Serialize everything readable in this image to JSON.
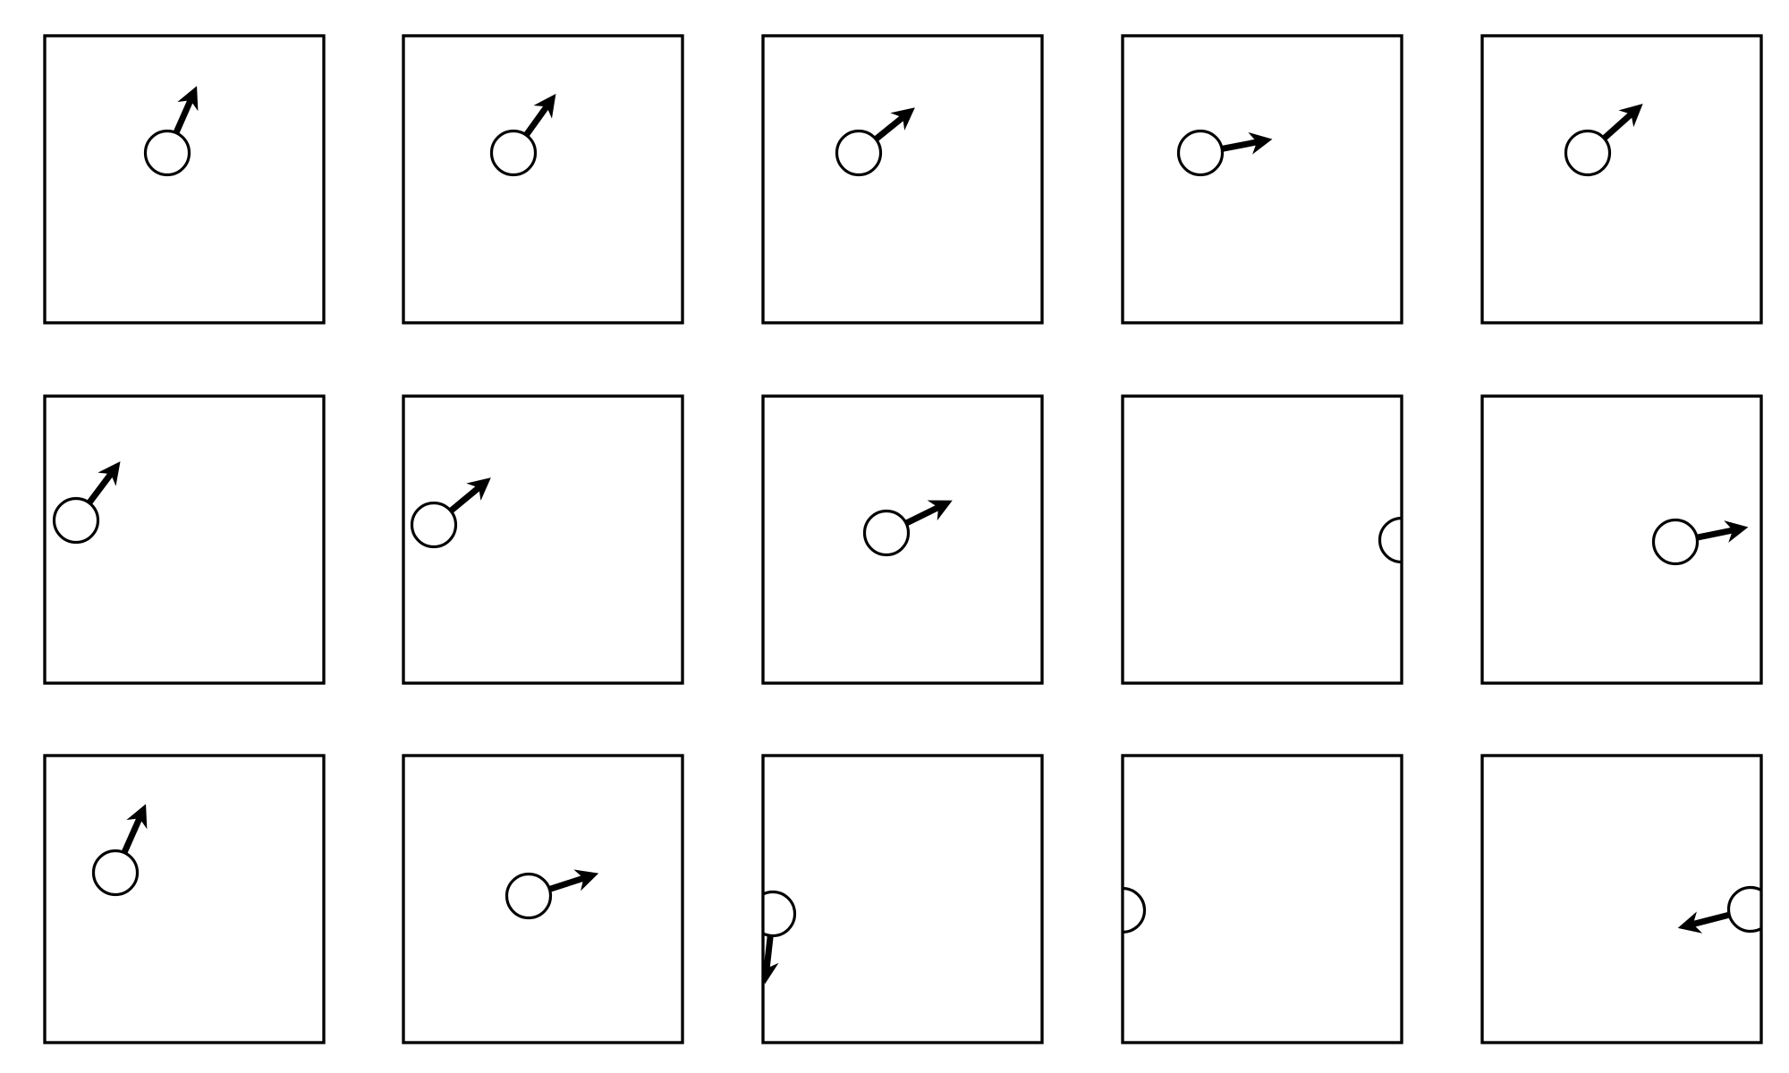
{
  "panels": [
    {
      "arrow_dir": "up-right"
    },
    {
      "arrow_dir": "up-right"
    },
    {
      "arrow_dir": "up-right"
    },
    {
      "arrow_dir": "right"
    },
    {
      "arrow_dir": "up-right"
    },
    {
      "arrow_dir": "up-right"
    },
    {
      "arrow_dir": "up-right"
    },
    {
      "arrow_dir": "up-right"
    },
    {
      "arrow_dir": "none"
    },
    {
      "arrow_dir": "right"
    },
    {
      "arrow_dir": "up-right"
    },
    {
      "arrow_dir": "right"
    },
    {
      "arrow_dir": "down"
    },
    {
      "arrow_dir": "none"
    },
    {
      "arrow_dir": "left"
    }
  ]
}
